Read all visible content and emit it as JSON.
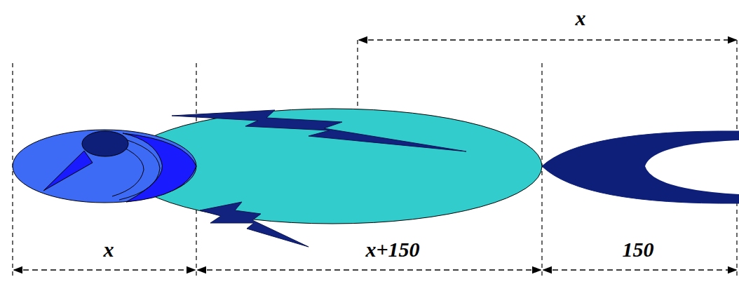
{
  "diagram": {
    "labels": [
      "x",
      "x",
      "x+150",
      "150"
    ]
  }
}
